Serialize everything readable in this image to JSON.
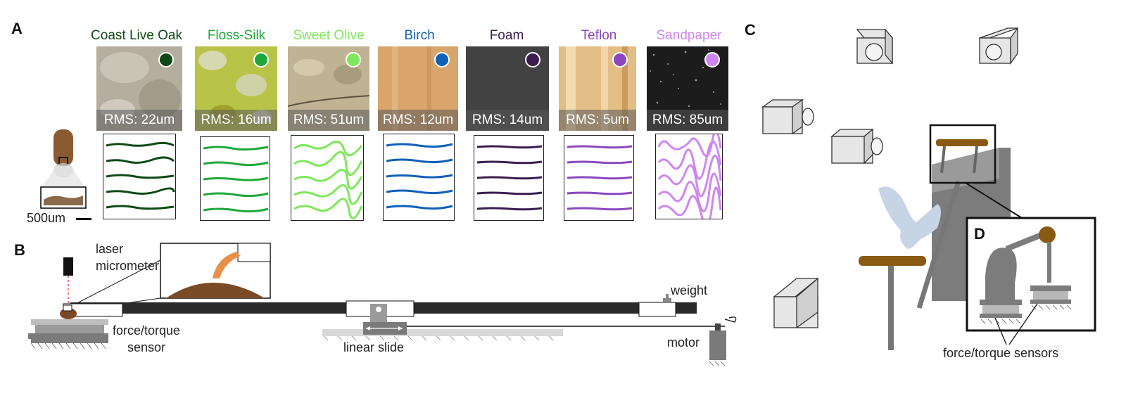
{
  "panels": {
    "a": "A",
    "b": "B",
    "c": "C",
    "d": "D"
  },
  "materials": [
    {
      "name": "Coast Live Oak",
      "rms": "RMS: 22um",
      "color": "#0f4a16",
      "tile": "#b9b3a6"
    },
    {
      "name": "Floss-Silk",
      "rms": "RMS: 16um",
      "color": "#1fa83a",
      "tile": "#b9c64a"
    },
    {
      "name": "Sweet Olive",
      "rms": "RMS: 51um",
      "color": "#7ee85a",
      "tile": "#bdb08e"
    },
    {
      "name": "Birch",
      "rms": "RMS: 12um",
      "color": "#1060b8",
      "tile": "#d9a56d"
    },
    {
      "name": "Foam",
      "rms": "RMS: 14um",
      "color": "#3a1d4e",
      "tile": "#3b3b3b"
    },
    {
      "name": "Teflon",
      "rms": "RMS: 5um",
      "color": "#8b48bf",
      "tile": "#e3c08a"
    },
    {
      "name": "Sandpaper",
      "rms": "RMS: 85um",
      "color": "#cf86f0",
      "tile": "#1e1e1e"
    }
  ],
  "scale_bar": "500um",
  "apparatus": {
    "laser": "laser\nmicrometer",
    "force_sensor": "force/torque\nsensor",
    "linear_slide": "linear slide",
    "weight": "weight",
    "motor": "motor"
  },
  "panel_c": {
    "sensors_label": "force/torque sensors"
  }
}
